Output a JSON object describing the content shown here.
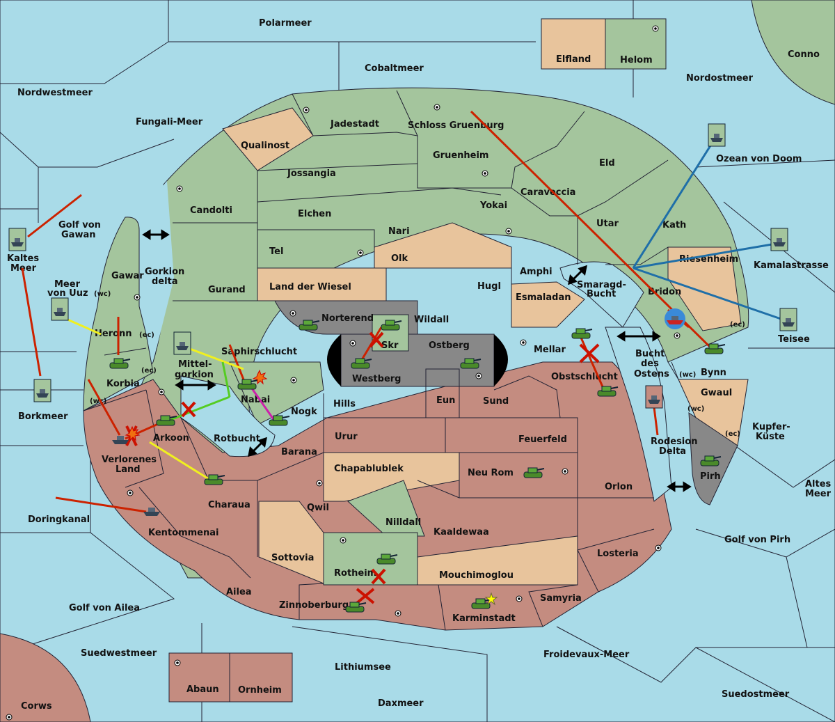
{
  "map": {
    "labels": {
      "polarmeer": "Polarmeer",
      "cobaltmeer": "Cobaltmeer",
      "nordwestmeer": "Nordwestmeer",
      "fungali": "Fungali-Meer",
      "elfland": "Elfland",
      "helom": "Helom",
      "conno": "Conno",
      "nordostmeer": "Nordostmeer",
      "jadestadt": "Jadestadt",
      "schloss": "Schloss Gruenburg",
      "qualinost": "Qualinost",
      "gruenheim": "Gruenheim",
      "eld": "Eld",
      "ozean": "Ozean von Doom",
      "jossangia": "Jossangia",
      "caraveccia": "Caraveccia",
      "candolti": "Candolti",
      "elchen": "Elchen",
      "yokai": "Yokai",
      "utar": "Utar",
      "kath": "Kath",
      "golfgawan1": "Golf von",
      "golfgawan2": "Gawan",
      "nari": "Nari",
      "kaltes1": "Kaltes",
      "kaltes2": "Meer",
      "tel": "Tel",
      "olk": "Olk",
      "riesenheim": "Riesenheim",
      "kamalastrasse": "Kamalastrasse",
      "gawar": "Gawar",
      "gorkion1": "Gorkion",
      "gorkion2": "delta",
      "amphi": "Amphi",
      "smaragd1": "Smaragd-",
      "smaragd2": "Bucht",
      "meervonuuz1": "Meer",
      "meervonuuz2": "von Uuz",
      "wc": "(wc)",
      "ec": "(ec)",
      "gurand": "Gurand",
      "landderwiesel": "Land der Wiesel",
      "hugl": "Hugl",
      "bridon": "Bridon",
      "esmaladan": "Esmaladan",
      "norterend": "Norterend",
      "wildall": "Wildall",
      "teisee": "Teisee",
      "heronn": "Heronn",
      "skr": "Skr",
      "saphir": "Saphirschlucht",
      "ostberg": "Ostberg",
      "mellar": "Mellar",
      "bucht1": "Bucht",
      "bucht2": "des",
      "bucht3": "Ostens",
      "bynn": "Bynn",
      "korbia": "Korbia",
      "mittel1": "Mittel-",
      "mittel2": "gorkion",
      "westberg": "Westberg",
      "obstschlucht": "Obstschlucht",
      "gwaul": "Gwaul",
      "nabai": "Nabai",
      "hills": "Hills",
      "eun": "Eun",
      "sund": "Sund",
      "borkmeer": "Borkmeer",
      "nogk": "Nogk",
      "kupfer1": "Kupfer-",
      "kupfer2": "Küste",
      "arkoon": "Arkoon",
      "rotbucht": "Rotbucht",
      "urur": "Urur",
      "feuerfeld": "Feuerfeld",
      "rodesion1": "Rodesion",
      "rodesion2": "Delta",
      "verlorenes1": "Verlorenes",
      "verlorenes2": "Land",
      "barana": "Barana",
      "chapablublek": "Chapablublek",
      "neurom": "Neu Rom",
      "pirh": "Pirh",
      "altes1": "Altes",
      "altes2": "Meer",
      "charaua": "Charaua",
      "orlon": "Orlon",
      "qwil": "Qwil",
      "doringkanal": "Doringkanal",
      "nilldall": "Nilldall",
      "kaaldewaa": "Kaaldewaa",
      "kentommenai": "Kentommenai",
      "golfpirh": "Golf von Pirh",
      "sottovia": "Sottovia",
      "losteria": "Losteria",
      "rotheim": "Rotheim",
      "mouchimoglou": "Mouchimoglou",
      "ailea": "Ailea",
      "samyria": "Samyria",
      "zinnoberburg": "Zinnoberburg",
      "karminstadt": "Karminstadt",
      "golfailea": "Golf von Ailea",
      "suedwestmeer": "Suedwestmeer",
      "froidevaux": "Froidevaux-Meer",
      "lithiumsee": "Lithiumsee",
      "abaun": "Abaun",
      "ornheim": "Ornheim",
      "suedostmeer": "Suedostmeer",
      "corws": "Corws",
      "daxmeer": "Daxmeer"
    },
    "colors": {
      "sea": "#a9dbe8",
      "green_land": "#a4c59d",
      "tan_land": "#e8c49c",
      "red_land": "#c48c80",
      "impassable": "#888888",
      "move_red": "#cc2200",
      "move_blue": "#1f6fa8",
      "move_yellow": "#f0f020",
      "move_green": "#55cc22",
      "move_magenta": "#cc22aa"
    },
    "icons": [
      "tank-icon",
      "ship-icon",
      "supply-center-icon",
      "bounce-x-icon",
      "explosion-icon",
      "star-icon",
      "double-arrow-icon"
    ]
  }
}
